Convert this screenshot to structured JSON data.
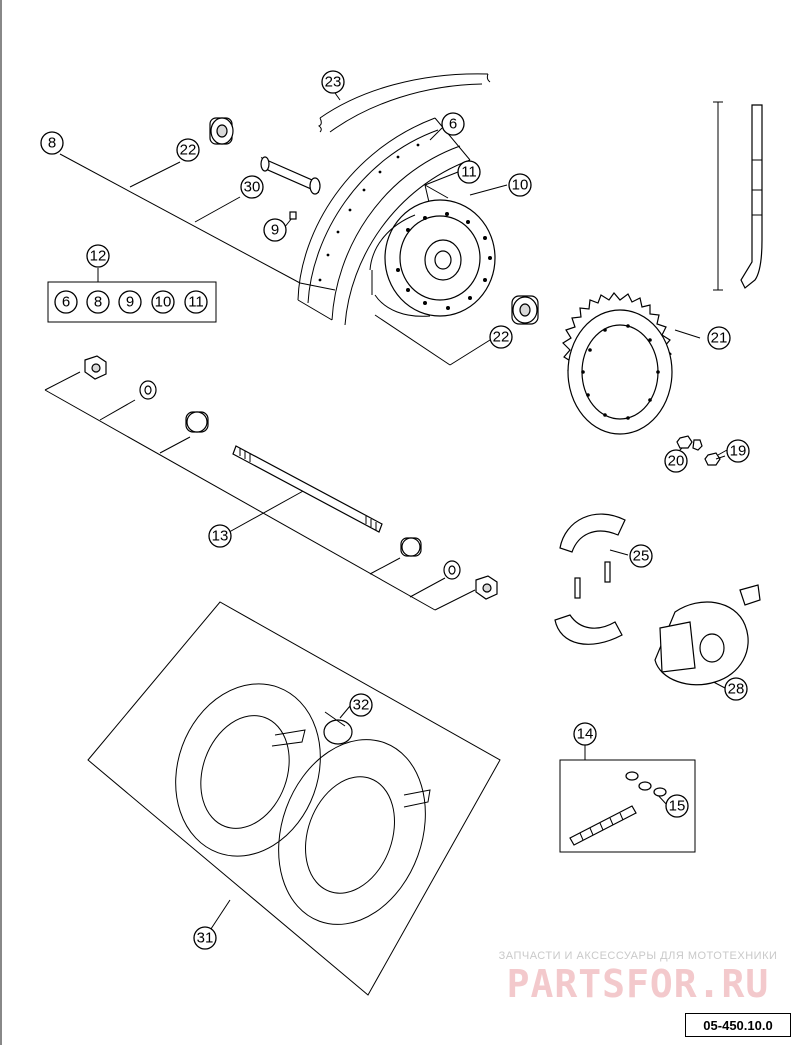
{
  "diagram": {
    "code": "05-450.10.0",
    "watermark_caption": "ЗАПЧАСТИ И АКСЕССУАРЫ ДЛЯ МОТОТЕХНИКИ",
    "watermark_logo": "PARTSFOR.RU"
  },
  "callouts": {
    "c23": "23",
    "c6": "6",
    "c8": "8",
    "c22a": "22",
    "c11": "11",
    "c10": "10",
    "c30": "30",
    "c9": "9",
    "c12": "12",
    "g6": "6",
    "g8": "8",
    "g9": "9",
    "g10": "10",
    "g11": "11",
    "c22b": "22",
    "c21": "21",
    "c20": "20",
    "c19": "19",
    "c13": "13",
    "c25": "25",
    "c28": "28",
    "c32": "32",
    "c14": "14",
    "c15": "15",
    "c31": "31"
  }
}
